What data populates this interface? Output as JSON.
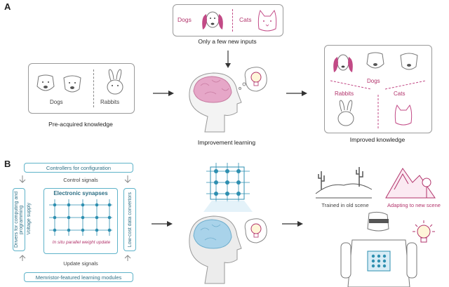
{
  "panel_a": {
    "letter": "A",
    "top_box": {
      "dogs": "Dogs",
      "cats": "Cats"
    },
    "top_caption": "Only a few new inputs",
    "left_box": {
      "dogs": "Dogs",
      "rabbits": "Rabbits"
    },
    "left_caption": "Pre-acquired knowledge",
    "center_caption": "Improvement learning",
    "right_box": {
      "dogs": "Dogs",
      "rabbits": "Rabbits",
      "cats": "Cats"
    },
    "right_caption": "Improved knowledge"
  },
  "panel_b": {
    "letter": "B",
    "controllers": "Controllers for configuration",
    "control_signals": "Control signals",
    "synapses_title": "Electronic synapses",
    "voltage_supply": "Voltage supply",
    "drivers": "Drivers for computing and programming",
    "converters": "Low-cost data convertors",
    "in_situ": "In situ parallel weight update",
    "update_signals": "Update signals",
    "modules": "Memristor-featured learning modules",
    "old_scene": "Trained in old scene",
    "new_scene": "Adapting to new scene"
  },
  "colors": {
    "pink": "#b2336b",
    "teal": "#5fb3c9",
    "node": "#2e8fb0",
    "brain_pink": "#e6a7c8",
    "brain_blue": "#a9d3ea"
  }
}
